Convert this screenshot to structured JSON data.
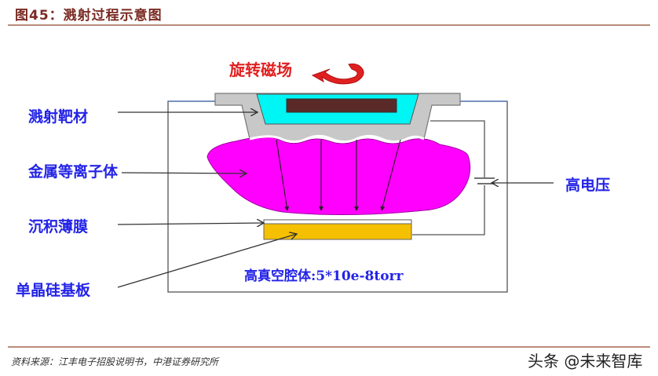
{
  "figure": {
    "title": "图45：溅射过程示意图"
  },
  "diagram": {
    "labels": {
      "rotating_magnetic_field": "旋转磁场",
      "sputtering_target": "溅射靶材",
      "metal_plasma": "金属等离子体",
      "deposited_film": "沉积薄膜",
      "silicon_substrate": "单晶硅基板",
      "high_voltage": "高电压",
      "vacuum_chamber": "高真空腔体:5*10e-8torr"
    },
    "colors": {
      "target_holder": "#c8c8c8",
      "target_cavity": "#00f5f5",
      "magnet": "#5a2a28",
      "plasma": "#ff00ff",
      "substrate": "#f5c000",
      "film": "#ffffff",
      "label_blue": "#2323e6",
      "label_red": "#e02020",
      "rotation_arrow": "#e02020",
      "wire": "#555555"
    }
  },
  "footer": {
    "source": "资料来源：江丰电子招股说明书，中港证券研究所",
    "watermark": "头条 @未来智库"
  }
}
